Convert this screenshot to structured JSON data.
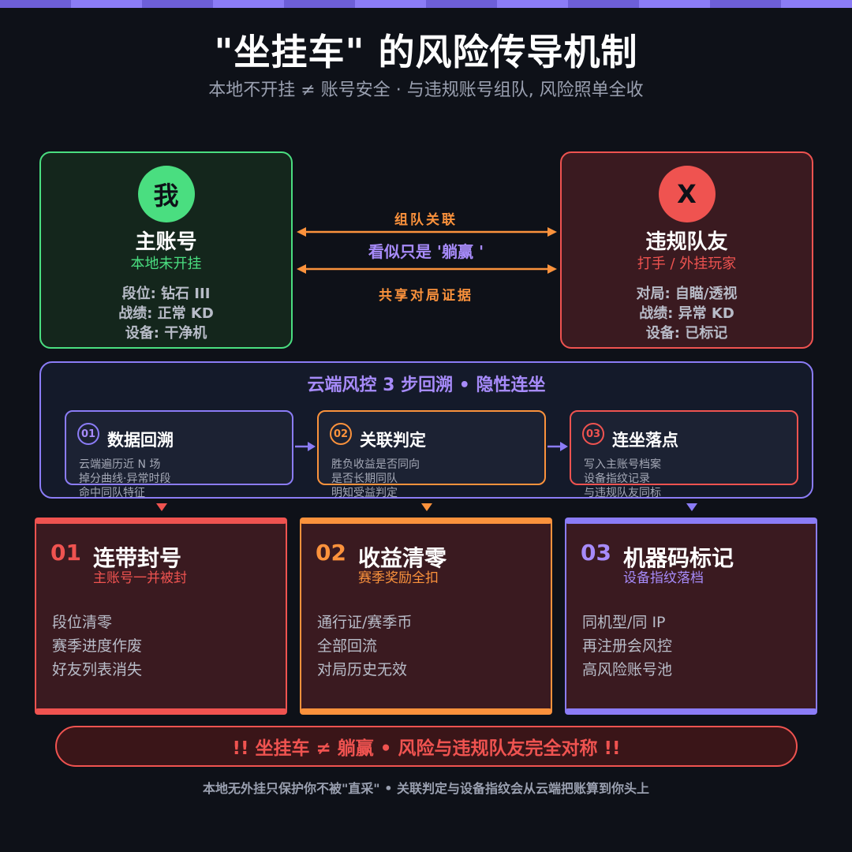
{
  "header": {
    "title": "\"坐挂车\" 的风险传导机制",
    "subtitle": "本地不开挂 ≠ 账号安全 · 与违规账号组队, 风险照单全收"
  },
  "colors": {
    "green": "#4ade80",
    "red": "#ef5350",
    "orange": "#fb923c",
    "purple": "#8b7cf6",
    "background": "#0e1118"
  },
  "me_card": {
    "avatar": "我",
    "name": "主账号",
    "tag": "本地未开挂",
    "stats": [
      "段位: 钻石 III",
      "战绩: 正常 KD",
      "设备: 干净机"
    ]
  },
  "link": {
    "top": "组队关联",
    "middle": "看似只是 '躺赢 '",
    "bottom": "共享对局证据"
  },
  "bad_card": {
    "avatar": "X",
    "name": "违规队友",
    "tag": "打手 / 外挂玩家",
    "stats": [
      "对局: 自瞄/透视",
      "战绩: 异常 KD",
      "设备: 已标记"
    ]
  },
  "panel": {
    "title": "云端风控 3 步回溯 • 隐性连坐",
    "steps": [
      {
        "num": "01",
        "title": "数据回溯",
        "lines": [
          "云端遍历近 N 场",
          "掉分曲线·异常时段",
          "命中同队特征"
        ]
      },
      {
        "num": "02",
        "title": "关联判定",
        "lines": [
          "胜负收益是否同向",
          "是否长期同队",
          "明知受益判定"
        ]
      },
      {
        "num": "03",
        "title": "连坐落点",
        "lines": [
          "写入主账号档案",
          "设备指纹记录",
          "与违规队友同标"
        ]
      }
    ]
  },
  "results": [
    {
      "num": "01",
      "title": "连带封号",
      "sub": "主账号一并被封",
      "items": [
        "段位清零",
        "赛季进度作废",
        "好友列表消失"
      ]
    },
    {
      "num": "02",
      "title": "收益清零",
      "sub": "赛季奖励全扣",
      "items": [
        "通行证/赛季币",
        "全部回流",
        "对局历史无效"
      ]
    },
    {
      "num": "03",
      "title": "机器码标记",
      "sub": "设备指纹落档",
      "items": [
        "同机型/同 IP",
        "再注册会风控",
        "高风险账号池"
      ]
    }
  ],
  "banner": "!!  坐挂车 ≠ 躺赢  •  风险与违规队友完全对称  !!",
  "footnote": "本地无外挂只保护你不被\"直采\" • 关联判定与设备指纹会从云端把账算到你头上"
}
